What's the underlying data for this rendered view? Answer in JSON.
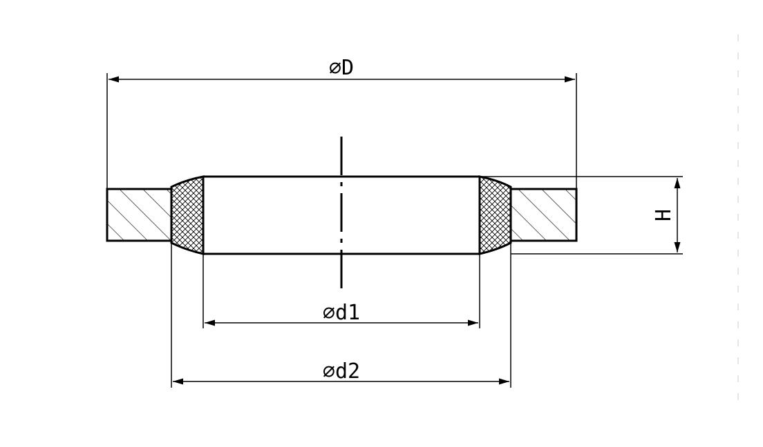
{
  "dimensions": {
    "outer_diameter": "⌀D",
    "inner_diameter_1": "⌀d1",
    "inner_diameter_2": "⌀d2",
    "height": "H"
  },
  "colors": {
    "line": "#000000",
    "background": "#ffffff"
  }
}
